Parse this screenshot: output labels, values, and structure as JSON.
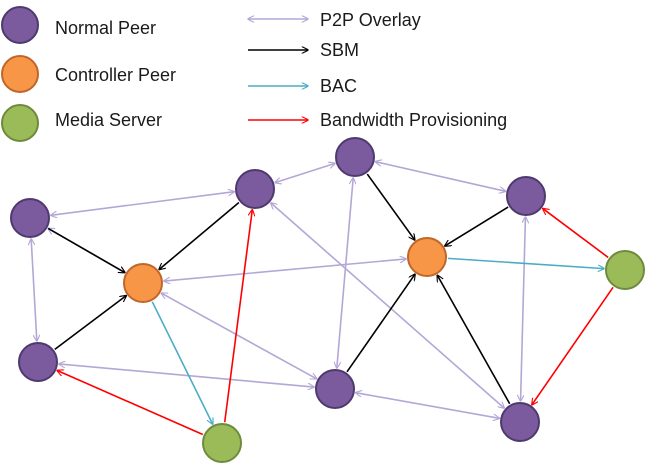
{
  "legend": {
    "node_types": [
      {
        "id": "normal",
        "label": "Normal Peer",
        "color": "#7B5A9E"
      },
      {
        "id": "controller",
        "label": "Controller Peer",
        "color": "#F79646"
      },
      {
        "id": "media",
        "label": "Media Server",
        "color": "#9BBB59"
      }
    ],
    "edge_types": [
      {
        "id": "p2p",
        "label": "P2P Overlay",
        "color": "#B4A7D6",
        "bidirectional": true
      },
      {
        "id": "sbm",
        "label": "SBM",
        "color": "#000000",
        "bidirectional": false
      },
      {
        "id": "bac",
        "label": "BAC",
        "color": "#4BACC6",
        "bidirectional": false
      },
      {
        "id": "bw",
        "label": "Bandwidth Provisioning",
        "color": "#FF0000",
        "bidirectional": false
      }
    ]
  },
  "node_stroke": {
    "normal": "#4E3A6E",
    "controller": "#C0662A",
    "media": "#6E8B3D"
  },
  "graph": {
    "nodes": [
      {
        "id": "n1",
        "type": "normal"
      },
      {
        "id": "n2",
        "type": "normal"
      },
      {
        "id": "n3",
        "type": "normal"
      },
      {
        "id": "n4",
        "type": "normal"
      },
      {
        "id": "n5",
        "type": "normal"
      },
      {
        "id": "n6",
        "type": "normal"
      },
      {
        "id": "n7",
        "type": "normal"
      },
      {
        "id": "c1",
        "type": "controller"
      },
      {
        "id": "c2",
        "type": "controller"
      },
      {
        "id": "m1",
        "type": "media"
      },
      {
        "id": "m2",
        "type": "media"
      }
    ],
    "edges": [
      {
        "type": "p2p",
        "from": "n1",
        "to": "n2"
      },
      {
        "type": "p2p",
        "from": "n2",
        "to": "n3"
      },
      {
        "type": "p2p",
        "from": "n3",
        "to": "n4"
      },
      {
        "type": "p2p",
        "from": "n1",
        "to": "n5"
      },
      {
        "type": "p2p",
        "from": "n1",
        "to": "c1"
      },
      {
        "type": "p2p",
        "from": "c1",
        "to": "c2"
      },
      {
        "type": "p2p",
        "from": "c1",
        "to": "n6"
      },
      {
        "type": "p2p",
        "from": "n5",
        "to": "n6"
      },
      {
        "type": "p2p",
        "from": "n2",
        "to": "n7"
      },
      {
        "type": "p2p",
        "from": "n3",
        "to": "n6"
      },
      {
        "type": "p2p",
        "from": "n6",
        "to": "n7"
      },
      {
        "type": "p2p",
        "from": "n4",
        "to": "n7"
      },
      {
        "type": "sbm",
        "from": "n1",
        "to": "c1"
      },
      {
        "type": "sbm",
        "from": "n2",
        "to": "c1"
      },
      {
        "type": "sbm",
        "from": "n5",
        "to": "c1"
      },
      {
        "type": "sbm",
        "from": "n3",
        "to": "c2"
      },
      {
        "type": "sbm",
        "from": "n4",
        "to": "c2"
      },
      {
        "type": "sbm",
        "from": "n6",
        "to": "c2"
      },
      {
        "type": "sbm",
        "from": "n7",
        "to": "c2"
      },
      {
        "type": "bac",
        "from": "c1",
        "to": "m1"
      },
      {
        "type": "bac",
        "from": "c2",
        "to": "m2"
      },
      {
        "type": "bw",
        "from": "m1",
        "to": "n5"
      },
      {
        "type": "bw",
        "from": "m1",
        "to": "n2"
      },
      {
        "type": "bw",
        "from": "m2",
        "to": "n4"
      },
      {
        "type": "bw",
        "from": "m2",
        "to": "n7"
      }
    ]
  }
}
